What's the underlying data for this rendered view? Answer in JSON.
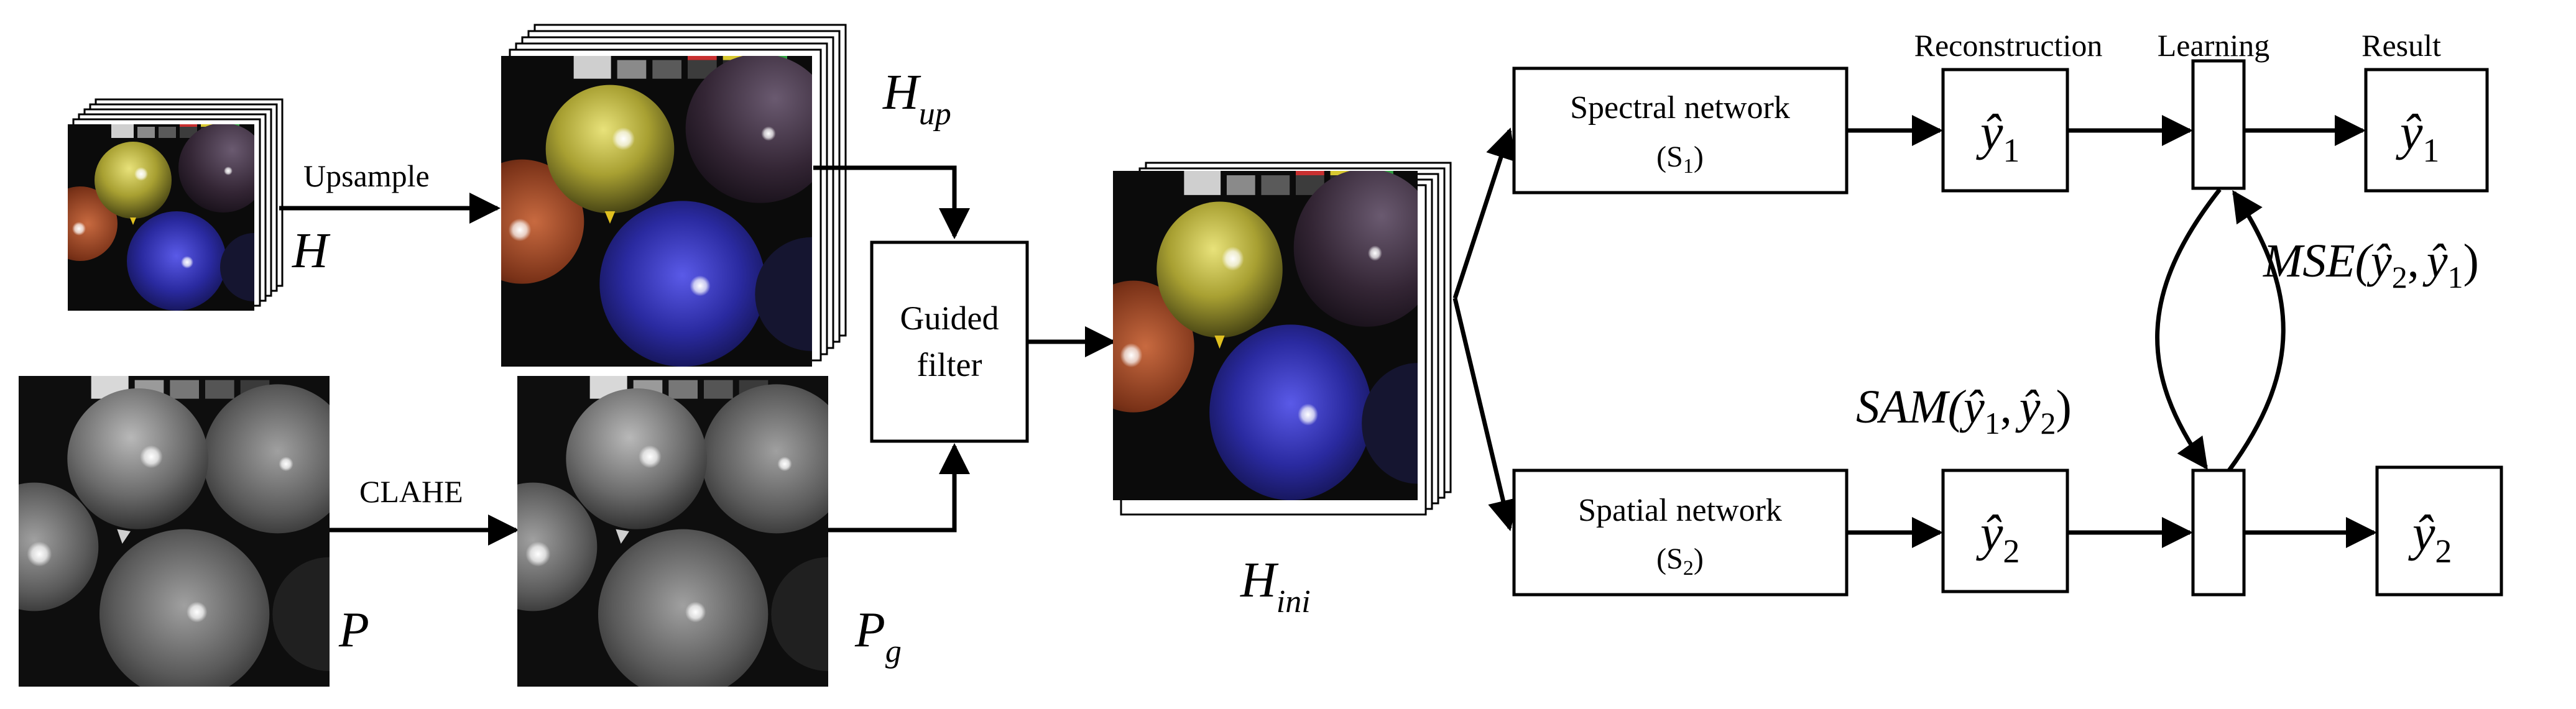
{
  "labels": {
    "upsample": "Upsample",
    "clahe": "CLAHE",
    "guided_filter_line1": "Guided",
    "guided_filter_line2": "filter",
    "spectral_network": "Spectral network",
    "spectral_network_id": "(S",
    "spectral_network_sub": "1",
    "spatial_network": "Spatial network",
    "spatial_network_id": "(S",
    "spatial_network_sub": "2",
    "reconstruction": "Reconstruction",
    "learning": "Learning",
    "result": "Result"
  },
  "symbols": {
    "H": "H",
    "H_up": "H",
    "H_up_sub": "up",
    "P": "P",
    "P_g": "P",
    "P_g_sub": "g",
    "H_ini": "H",
    "H_ini_sub": "ini",
    "y_hat": "ŷ",
    "sub_1": "1",
    "sub_2": "2",
    "sam": "SAM(",
    "mse": "MSE(",
    "comma": ",",
    "close_paren": ")"
  },
  "colors": {
    "stroke": "#000000",
    "balloon_yellow": "#b8b23a",
    "balloon_blue": "#2a2a9a",
    "balloon_purple": "#3a2a40",
    "balloon_red": "#a04428",
    "background_dark": "#0c0c0c",
    "gray_balloon": "#6f6f6f"
  }
}
